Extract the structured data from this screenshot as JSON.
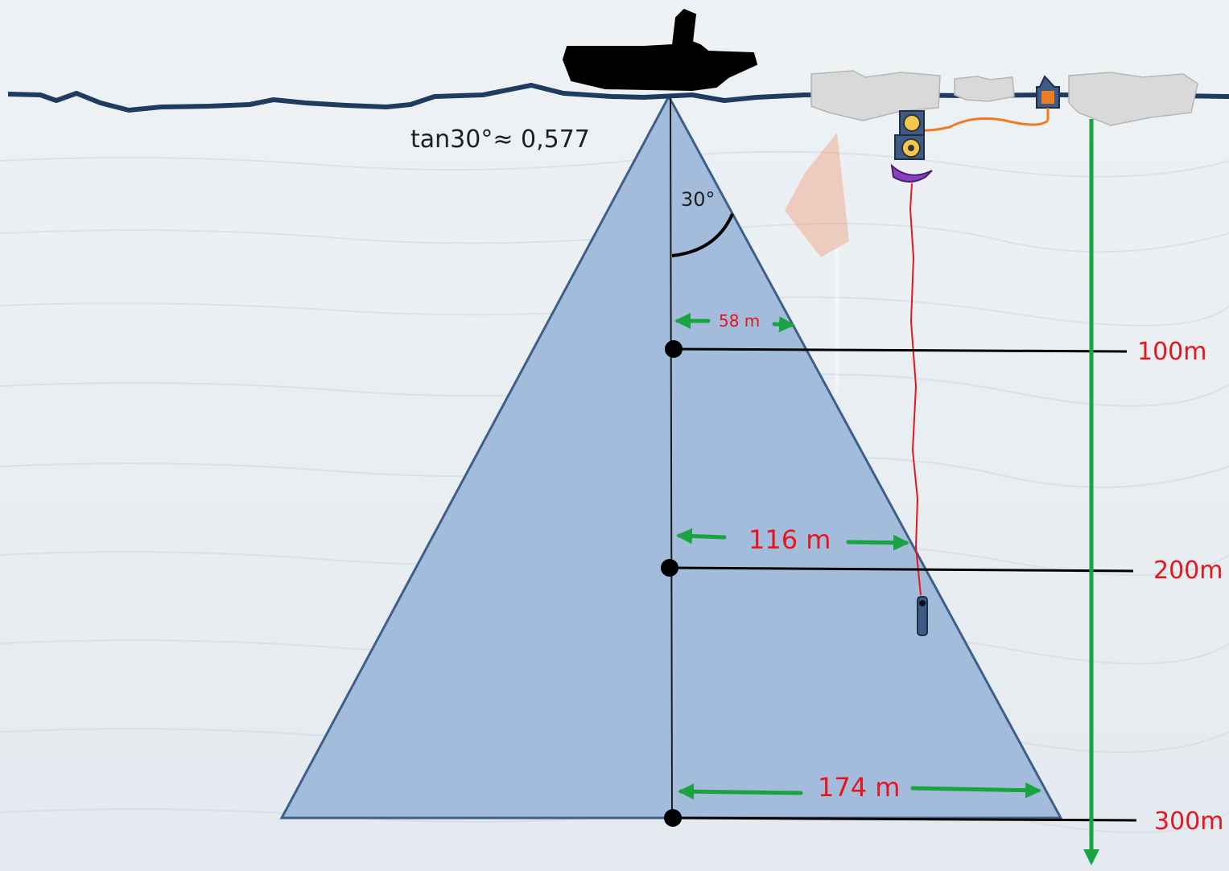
{
  "formula": "tan30°≈ 0,577",
  "angle_label": "30°",
  "widths": [
    {
      "label": "58 m"
    },
    {
      "label": "116 m"
    },
    {
      "label": "174 m"
    }
  ],
  "depths": [
    {
      "label": "100m"
    },
    {
      "label": "200m"
    },
    {
      "label": "300m"
    }
  ],
  "colors": {
    "cone": "#a3bcdc",
    "cone_edge": "#3f5f88",
    "water_line": "#1f3b5e",
    "arrow": "#1aa341",
    "label": "#e5161c",
    "ship": "#000000",
    "ice": "#d9d9d9",
    "cable": "#e5161c"
  },
  "icons": [
    "ship-icon",
    "ice-floe-icon",
    "winch-icon",
    "buoy-icon",
    "sensor-icon",
    "flag-icon"
  ]
}
